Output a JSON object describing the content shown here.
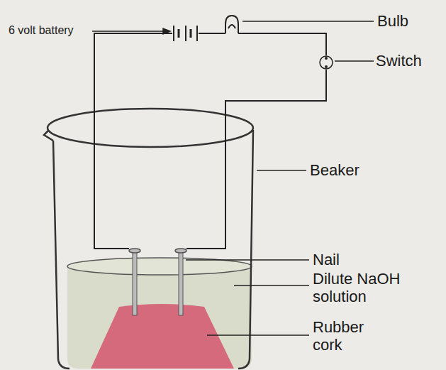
{
  "diagram": {
    "labels": [
      "6 volt battery",
      "Bulb",
      "Switch",
      "Beaker",
      "Nail",
      "Dilute NaOH solution",
      "Rubber cork"
    ]
  }
}
